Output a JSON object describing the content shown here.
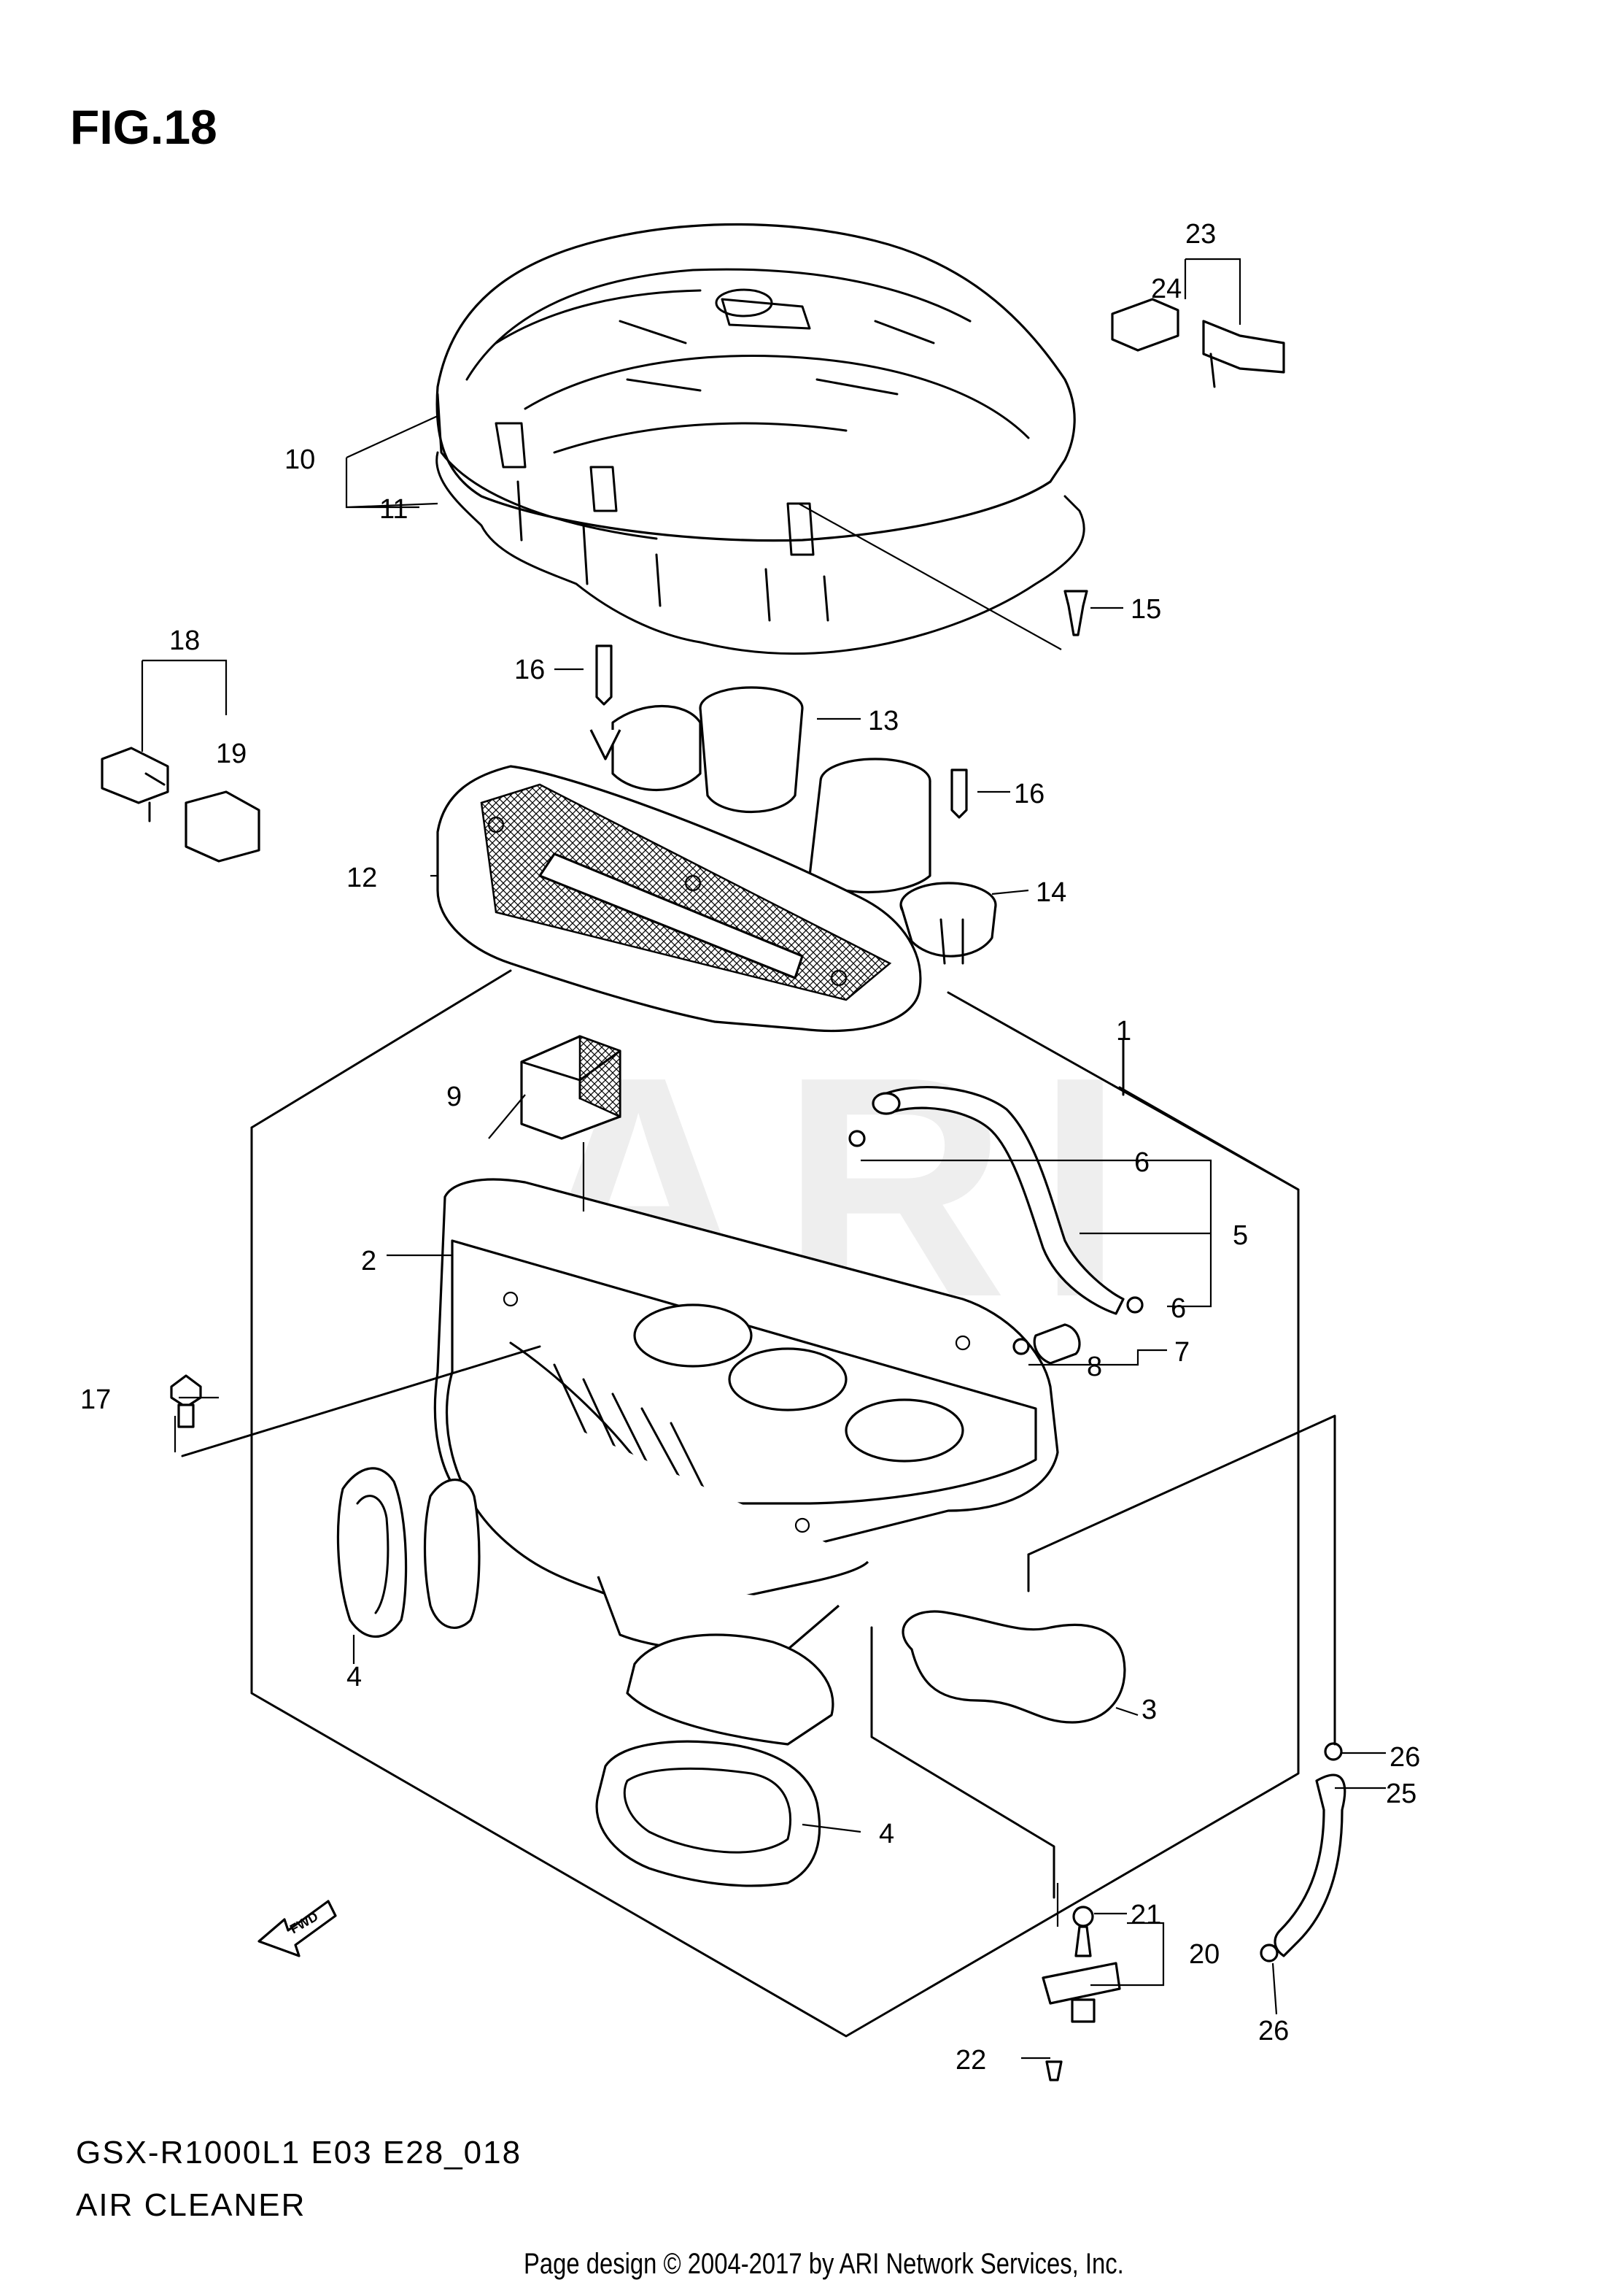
{
  "figure": {
    "title": "FIG.18"
  },
  "watermark": "ARI",
  "caption": {
    "model_code": "GSX-R1000L1 E03 E28_018",
    "section_name": "AIR CLEANER"
  },
  "footer": {
    "credit": "Page design © 2004-2017 by ARI Network Services, Inc."
  },
  "fwd_label": "FWD",
  "callouts": [
    "1",
    "2",
    "3",
    "4",
    "4",
    "5",
    "6",
    "6",
    "7",
    "8",
    "9",
    "10",
    "11",
    "12",
    "13",
    "14",
    "15",
    "16",
    "16",
    "17",
    "18",
    "19",
    "20",
    "21",
    "22",
    "23",
    "24",
    "25",
    "26",
    "26"
  ]
}
